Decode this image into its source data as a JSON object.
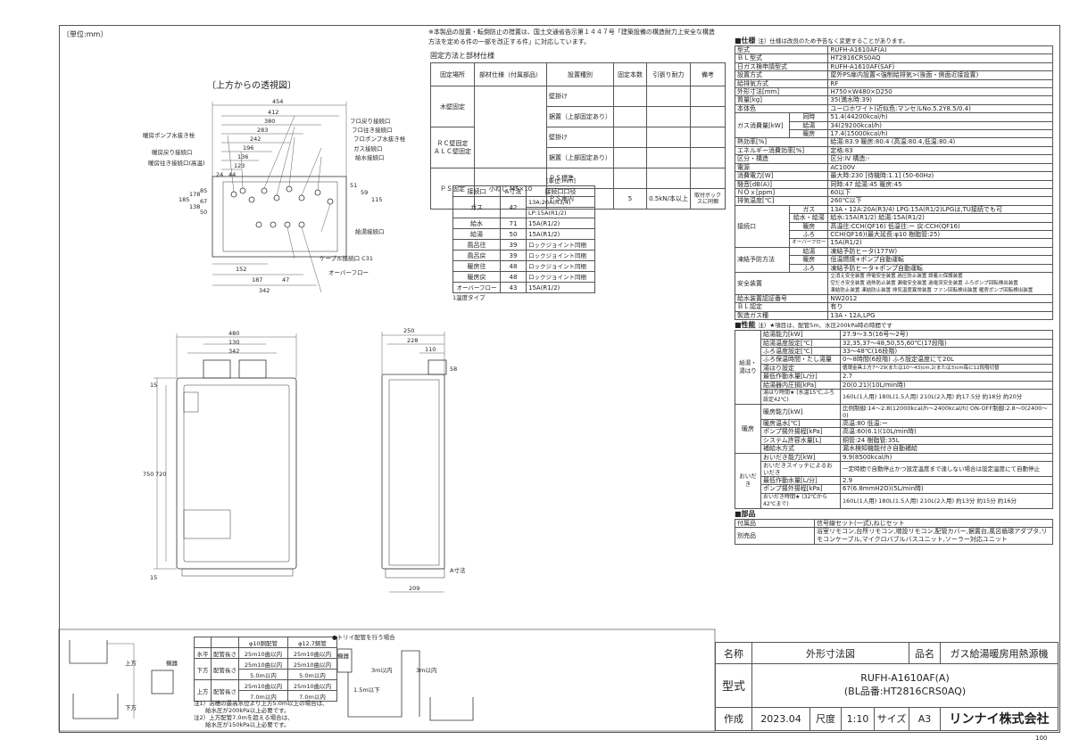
{
  "header": {
    "unit": "〔単位:mm〕",
    "perspective": "〔上方からの透視図〕",
    "notice": "※本製品の設置・転倒防止の措置は、国土交通省告示第１４４７号「建築設備の構造耐力上安全な構造方法を定める件の一部を改正する件」に対応しています。",
    "fix_title": "固定方法と部材仕様",
    "page_number": "100"
  },
  "fix_table": {
    "headers": [
      "固定場所",
      "部材仕様（付属部品）",
      "設置種別",
      "固定本数",
      "引張り耐力",
      "備考"
    ],
    "rows": [
      [
        "木壁固定",
        "",
        "壁掛け",
        "",
        "",
        ""
      ],
      [
        "",
        "",
        "据置（上部固定あり）",
        "",
        "",
        ""
      ],
      [
        "ＲＣ壁固定 ＡＬＣ壁固定",
        "",
        "壁掛け",
        "",
        "",
        ""
      ],
      [
        "",
        "",
        "据置（上部固定あり）",
        "",
        "",
        ""
      ],
      [
        "ＰＳ固定",
        "小ねじ M5×10",
        "ＰＳ標準",
        "",
        "",
        ""
      ],
      [
        "",
        "",
        "ＰＳ扉内",
        "5",
        "0.5kN/本以上",
        "取付ボックスに同梱"
      ]
    ]
  },
  "conn_table": {
    "unit": "[単位:mm]",
    "headers": [
      "接続口",
      "A寸法",
      "接続口口径"
    ],
    "rows": [
      [
        "ガス",
        "42",
        "13A:20A(R3/4)"
      ],
      [
        "",
        "",
        "LP:15A(R1/2)"
      ],
      [
        "給水",
        "71",
        "15A(R1/2)"
      ],
      [
        "給湯",
        "50",
        "15A(R1/2)"
      ],
      [
        "風呂往",
        "39",
        "ロックジョイント同梱"
      ],
      [
        "風呂戻",
        "39",
        "ロックジョイント同梱"
      ],
      [
        "暖房往",
        "48",
        "ロックジョイント同梱"
      ],
      [
        "暖房戻",
        "48",
        "ロックジョイント同梱"
      ],
      [
        "オーバーフロー",
        "43",
        "15A(R1/2)"
      ]
    ],
    "note": "1温度タイプ"
  },
  "top_view": {
    "dims": [
      "454",
      "412",
      "380",
      "283",
      "242",
      "196",
      "136",
      "123",
      "44",
      "24"
    ],
    "bottom_dims": [
      "152",
      "187",
      "47",
      "342"
    ],
    "left_dims": [
      "185",
      "178",
      "138",
      "85",
      "67",
      "50"
    ],
    "right_dims": [
      "51",
      "59",
      "115"
    ],
    "labels": [
      "暖房ポンプ水抜き栓",
      "暖房戻り接続口",
      "暖房往き接続口(高温)",
      "フロ戻り接続口",
      "フロ往き接続口",
      "フロポンプ水抜き栓",
      "ガス接続口",
      "給水接続口",
      "給湯接続口",
      "ケーブル接続口 C31",
      "オーバーフロー"
    ]
  },
  "front_view": {
    "dims_top": [
      "480",
      "130",
      "342"
    ],
    "dims_left": [
      "750",
      "720",
      "15",
      "15"
    ],
    "side_dims": [
      "250",
      "228",
      "110",
      "58",
      "209",
      "A寸法"
    ]
  },
  "pipe_table": {
    "headers": [
      "",
      "",
      "φ10銅配管",
      "φ12.7銅管"
    ],
    "rows": [
      [
        "水平",
        "配管長さ",
        "25m10曲以内",
        "25m10曲以内"
      ],
      [
        "下方",
        "配管長さ",
        "25m10曲以内",
        "25m10曲以内"
      ],
      [
        "",
        "",
        "5.0m以内",
        "5.0m以内"
      ],
      [
        "上方",
        "配管長さ",
        "25m10曲以内",
        "25m10曲以内"
      ],
      [
        "",
        "",
        "7.0m以内",
        "7.0m以内"
      ]
    ],
    "notes": [
      "注1）浴槽の最高水位より上方5.0m以上の場合は、",
      "　　給水圧が200kPa以上必要です。",
      "注2）上方配管7.0mを超える場合は、",
      "　　給水圧が150kPa以上必要です。"
    ],
    "labels": [
      "上方",
      "下方",
      "機器"
    ],
    "tray_note": "●トリイ配管を行う場合",
    "tray_labels": [
      "機器",
      "1.5m以下",
      "3m以内",
      "3m以内"
    ]
  },
  "spec": {
    "title": "■仕様",
    "title_note": "注）仕様は改良のため予告なく変更することがあります。",
    "rows": [
      [
        "型式",
        "RUFH-A1610AF(A)"
      ],
      [
        "ＢＬ型式",
        "HT2816CRS0AQ"
      ],
      [
        "日ガス検申請型式",
        "RUFH-A1610AF(SAF)"
      ],
      [
        "設置方式",
        "屋外PS扉内設置<強制給排気>(後面・側面近接設置)"
      ],
      [
        "給排気方式",
        "RF"
      ],
      [
        "外形寸法[mm]",
        "H750×W480×D250"
      ],
      [
        "質量[kg]",
        "35(満水時:39)"
      ],
      [
        "本体色",
        "ユーロホワイト(近似色:マンセルNo.5.2Y8.5/0.4)"
      ]
    ],
    "gas": {
      "label": "ガス消費量[kW]",
      "rows": [
        [
          "同時",
          "51.4(44200kcal/h)"
        ],
        [
          "給湯",
          "34(29200kcal/h)"
        ],
        [
          "暖房",
          "17.4(15000kcal/h)"
        ]
      ]
    },
    "rows2": [
      [
        "熱効率[%]",
        "給湯:83.9 暖房:80.4 (高温:80.4,低温:80.4)"
      ],
      [
        "エネルギー消費効率[%]",
        "定格:83"
      ],
      [
        "区分・構造",
        "区分:Ⅳ 構造:-"
      ],
      [
        "電源",
        "AC100V"
      ],
      [
        "消費電力[W]",
        "最大時:230 [待機時:1.1] (50-60Hz)"
      ],
      [
        "騒音[dB(A)]",
        "同時:47 給湯:45 暖房:45"
      ],
      [
        "ＮＯｘ[ppm]",
        "60以下"
      ],
      [
        "排気温度[℃]",
        "260℃以下"
      ]
    ],
    "conn": {
      "label": "接続口",
      "rows": [
        [
          "ガス",
          "13A・12A:20A(R3/4) LPG:15A(R1/2)LPGは,TU接続でも可"
        ],
        [
          "給水・給湯",
          "給水:15A(R1/2) 給湯:15A(R1/2)"
        ],
        [
          "暖房",
          "高温往:CCH(QF16) 低温往:ー 戻:CCH(QF16)"
        ],
        [
          "ふろ",
          "CCH(QF16)(最大延長:φ10 樹脂管:25)"
        ],
        [
          "オーバーフロー",
          "15A(R1/2)"
        ]
      ]
    },
    "freeze": {
      "label": "凍結予防方法",
      "rows": [
        [
          "給湯",
          "凍結予防ヒータ(177W)"
        ],
        [
          "暖房",
          "低温燃焼+ポンプ自動運転"
        ],
        [
          "ふろ",
          "凍結予防ヒータ+ポンプ自動運転"
        ]
      ]
    },
    "safety": {
      "label": "安全装置",
      "lines": [
        "立消え安全装置 停電安全装置 過圧防止装置 誤着火保護装置",
        "空だき安全装置 過熱防止装置 漏電安全装置 過電流安全装置 ふろポンプ回転検出装置",
        "凍結防止装置 凍結防止装置 排気温度異常装置 ファン回転検出装置 暖房ポンプ回転検出装置"
      ]
    },
    "rows3": [
      [
        "給水装置認証番号",
        "NW2012"
      ],
      [
        "ＢＬ認定",
        "有り"
      ],
      [
        "製造ガス種",
        "13A・12A,LPG"
      ]
    ],
    "perf_title": "■性能",
    "perf_note": "注）★項目は、配管5m、水圧200kPa時の時間です",
    "hot": {
      "label": "給湯・湯はり",
      "rows": [
        [
          "給湯能力[kW]",
          "27.9〜3.5(16号〜2号)"
        ],
        [
          "給湯温度設定[℃]",
          "32,35,37〜48,50,55,60℃(17段階)"
        ],
        [
          "ふろ温度設定[℃]",
          "33〜48℃(16段階)"
        ],
        [
          "ふろ保温時間・たし湯量",
          "0〜8時間(6段階) ふろ設定温度にて20L"
        ],
        [
          "湯はり設定",
          "循環金具上方7〜29(または10〜43)cm,2(または3)cm毎に12段階切替"
        ],
        [
          "最低作動水量[L/分]",
          "2.7"
        ],
        [
          "給湯器内圧損[kPa]",
          "20(0.21)(10L/min時)"
        ],
        [
          "湯はり時間★ (水温15℃,ふろ設定42℃)",
          "160L(1人用) 180L(1.5人用) 210L(2人用) 約17.5分 約18分 約20分"
        ]
      ]
    },
    "heat": {
      "label": "暖房",
      "rows": [
        [
          "暖房能力[kW]",
          "比例制御:14〜2.8(12000kcal/h〜2400kcal/h) ON-OFF制御:2.8〜0(2400〜0)"
        ],
        [
          "暖房温水[℃]",
          "高温:80 低温:ー"
        ],
        [
          "ポンプ揚外揚程[kPa]",
          "高温:60(6.1)(10L/min時)"
        ],
        [
          "システム許容水量[L]",
          "銅管:24 樹脂管:35L"
        ],
        [
          "補給水方式",
          "漏水検知機能付き自動補給"
        ]
      ]
    },
    "oidaki": {
      "label": "おいだき",
      "rows": [
        [
          "おいだき能力[kW]",
          "9.9(8500kcal/h)"
        ],
        [
          "おいだきスイッチによるおいだき",
          "一定時間で自動停止かつ設定温度まで達しない場合は設定温度にて自動停止"
        ],
        [
          "最低作動水量[L/分]",
          "2.9"
        ],
        [
          "ポンプ揚外揚程[kPa]",
          "67(6.8mmH2O)(5L/min時)"
        ],
        [
          "おいだき時間★ (32℃から42℃まで)",
          "160L(1人用) 180L(1.5人用) 210L(2人用) 約13分 約15分 約16分"
        ]
      ]
    },
    "parts_title": "■部品",
    "parts": [
      [
        "付属品",
        "信号線セット(一式),ねじセット"
      ],
      [
        "別売品",
        "浴室リモコン,台所リモコン,増設リモコン,配管カバー,据置台,風呂循環アダプタ,リモコンケーブル,マイクロバブルバスユニット,ソーラー対応ユニット"
      ]
    ]
  },
  "title_block": {
    "name_label": "名称",
    "name_value": "外形寸法図",
    "product_label": "品名",
    "product_value": "ガス給湯暖房用熱源機",
    "model_label": "型式",
    "model_value1": "RUFH-A1610AF(A)",
    "model_value2": "(BL品番:HT2816CRS0AQ)",
    "made_label": "作成",
    "made_value": "2023.04",
    "scale_label": "尺度",
    "scale_value": "1:10",
    "size_label": "サイズ",
    "size_value": "A3",
    "company": "リンナイ株式会社"
  }
}
